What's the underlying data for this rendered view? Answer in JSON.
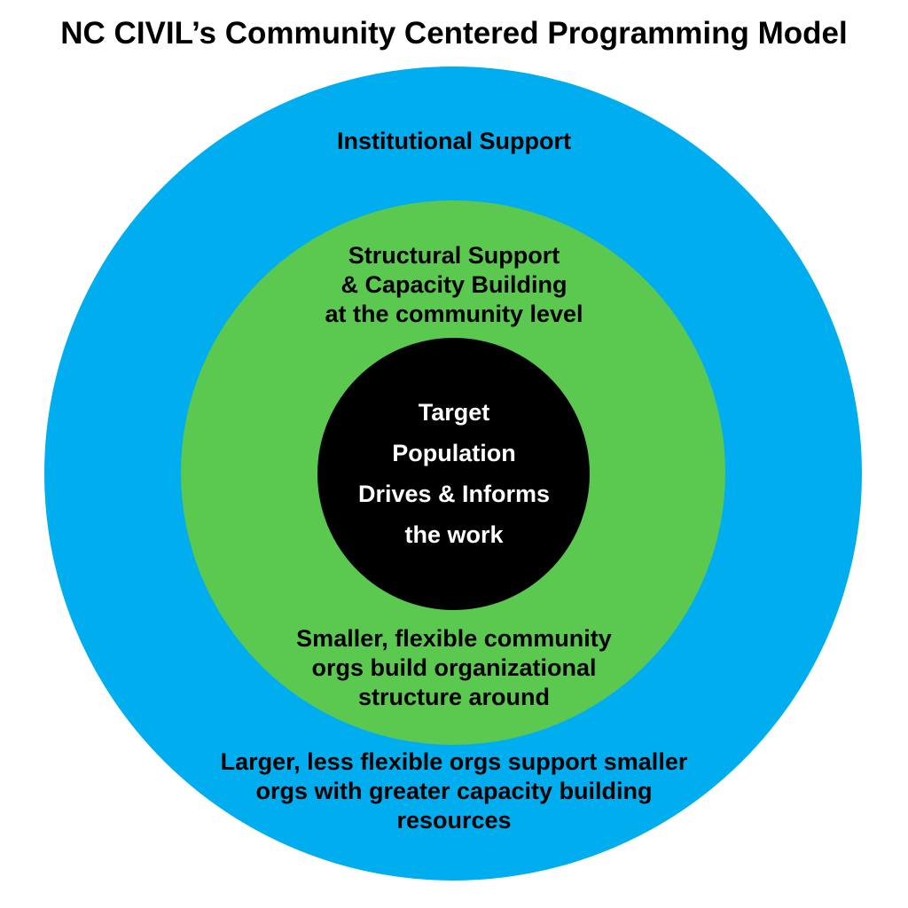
{
  "title": "NC CIVIL’s Community Centered Programming Model",
  "outer_ring": {
    "top_label": "Institutional Support",
    "bottom_lines": [
      "Larger, less flexible orgs support smaller",
      "orgs with greater capacity building",
      "resources"
    ]
  },
  "middle_ring": {
    "top_lines": [
      "Structural Support",
      "& Capacity Building",
      "at the community level"
    ],
    "bottom_lines": [
      "Smaller, flexible community",
      "orgs build organizational",
      "structure around"
    ]
  },
  "center": {
    "lines": [
      "Target",
      "Population",
      "Drives & Informs",
      "the work"
    ]
  },
  "colors": {
    "outer_ring": "#00adef",
    "middle_ring": "#5bc850",
    "center": "#000000",
    "center_text": "#ffffff",
    "text": "#000000"
  }
}
